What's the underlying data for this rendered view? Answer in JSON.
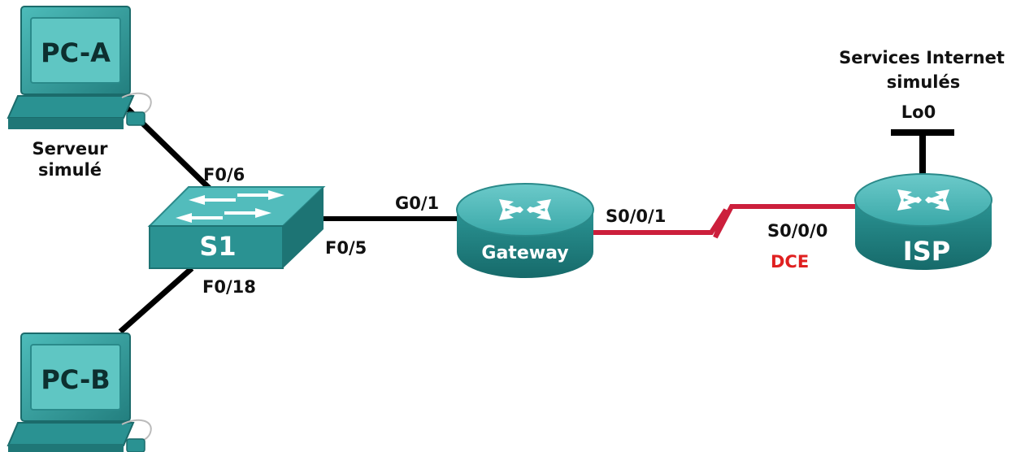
{
  "devices": {
    "pc_a": {
      "name": "PC-A",
      "role": "Serveur simulé",
      "role_line1": "Serveur",
      "role_line2": "simulé"
    },
    "pc_b": {
      "name": "PC-B"
    },
    "switch": {
      "name": "S1"
    },
    "gateway": {
      "name": "Gateway"
    },
    "isp": {
      "name": "ISP"
    },
    "internet": {
      "label": "Services Internet simulés",
      "line1": "Services Internet",
      "line2": "simulés",
      "interface": "Lo0"
    }
  },
  "interfaces": {
    "s1_to_pc_a": "F0/6",
    "s1_to_gateway": "F0/5",
    "s1_to_pc_b": "F0/18",
    "gateway_to_s1": "G0/1",
    "gateway_serial": "S0/0/1",
    "isp_serial": "S0/0/0",
    "isp_serial_role": "DCE"
  },
  "colors": {
    "device_teal": "#2e9c9c",
    "device_dark": "#1d7474",
    "device_light": "#48b8b6",
    "ethernet_link": "#000000",
    "serial_link": "#cc1f3c",
    "dce_text": "#e02020"
  }
}
